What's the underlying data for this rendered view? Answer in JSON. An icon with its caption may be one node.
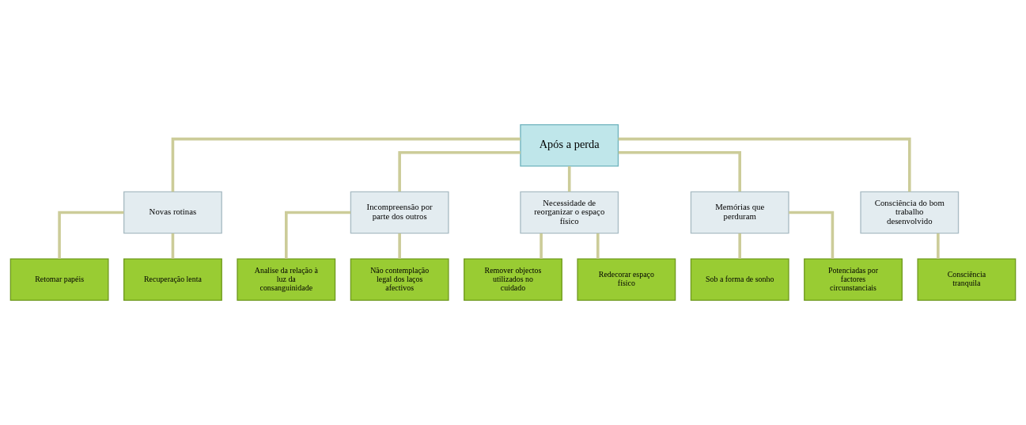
{
  "diagram": {
    "nodes": [
      {
        "text": [
          "Após a perda"
        ]
      },
      {
        "text": [
          "Novas rotinas"
        ]
      },
      {
        "text": [
          "Incompreensão por parte dos outros"
        ]
      },
      {
        "text": [
          "Necessidade de reorganizar o espaço físico"
        ]
      },
      {
        "text": [
          "Memórias que perduram"
        ]
      },
      {
        "text": [
          "Consciência do bom trabalho desenvolvido"
        ]
      },
      {
        "text": [
          "Retomar papéis"
        ]
      },
      {
        "text": [
          "Recuperação lenta"
        ]
      },
      {
        "text": [
          "Analise da relação à luz da consanguinidade"
        ]
      },
      {
        "text": [
          "Não contemplação legal dos laços afectivos"
        ]
      },
      {
        "text": [
          "Remover objectos utilizados no cuidado"
        ]
      },
      {
        "text": [
          "Redecorar espaço físico"
        ]
      },
      {
        "text": [
          "Sob a forma de sonho"
        ]
      },
      {
        "text": [
          "Potenciadas por factores circunstanciais"
        ]
      },
      {
        "text": [
          "Consciência tranquila"
        ]
      }
    ],
    "edges": [
      {
        "from": 0,
        "to": 1,
        "arrow": "none"
      },
      {
        "from": 0,
        "to": 2,
        "arrow": "none"
      },
      {
        "from": 0,
        "to": 3,
        "arrow": "none"
      },
      {
        "from": 0,
        "to": 4,
        "arrow": "none"
      },
      {
        "from": 0,
        "to": 5,
        "arrow": "none"
      },
      {
        "from": 1,
        "to": 6,
        "arrow": "none"
      },
      {
        "from": 1,
        "to": 7,
        "arrow": "none"
      },
      {
        "from": 2,
        "to": 8,
        "arrow": "none"
      },
      {
        "from": 2,
        "to": 9,
        "arrow": "none"
      },
      {
        "from": 3,
        "to": 10,
        "arrow": "none"
      },
      {
        "from": 3,
        "to": 11,
        "arrow": "none"
      },
      {
        "from": 4,
        "to": 12,
        "arrow": "none"
      },
      {
        "from": 4,
        "to": 13,
        "arrow": "none"
      },
      {
        "from": 5,
        "to": 14,
        "arrow": "none"
      }
    ]
  }
}
